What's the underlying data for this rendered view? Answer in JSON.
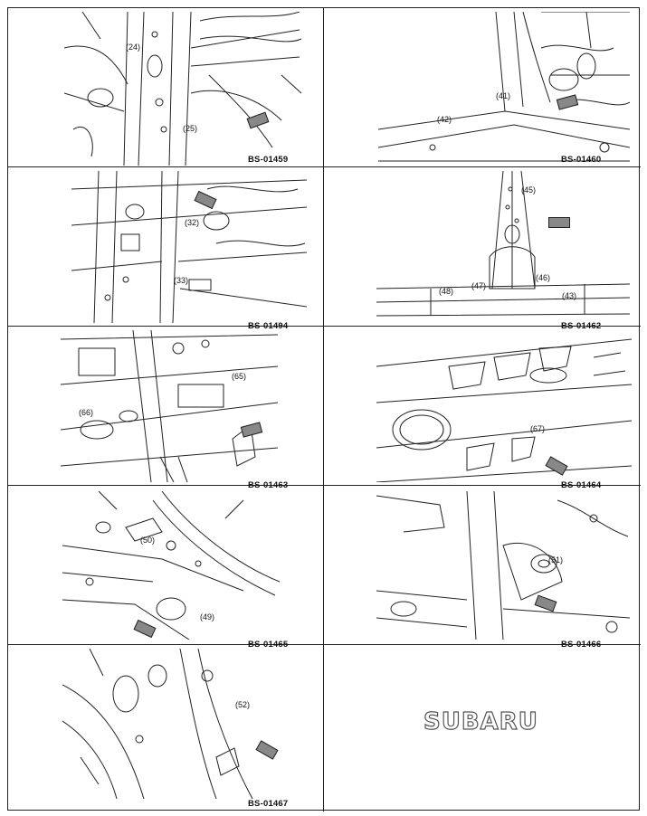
{
  "panels": [
    {
      "code": "BS-01459",
      "callouts": [
        "(24)",
        "(25)"
      ]
    },
    {
      "code": "BS-01460",
      "callouts": [
        "(41)",
        "(42)"
      ]
    },
    {
      "code": "BS-01494",
      "callouts": [
        "(32)",
        "(33)"
      ]
    },
    {
      "code": "BS-01462",
      "callouts": [
        "(45)",
        "(46)",
        "(47)",
        "(48)",
        "(43)"
      ]
    },
    {
      "code": "BS-01463",
      "callouts": [
        "(65)",
        "(66)"
      ]
    },
    {
      "code": "BS-01464",
      "callouts": [
        "(67)"
      ]
    },
    {
      "code": "BS-01465",
      "callouts": [
        "(50)",
        "(49)"
      ]
    },
    {
      "code": "BS-01466",
      "callouts": [
        "(51)"
      ]
    },
    {
      "code": "BS-01467",
      "callouts": [
        "(52)"
      ]
    }
  ],
  "logo": {
    "text": "SUBARU",
    "mark": "."
  }
}
